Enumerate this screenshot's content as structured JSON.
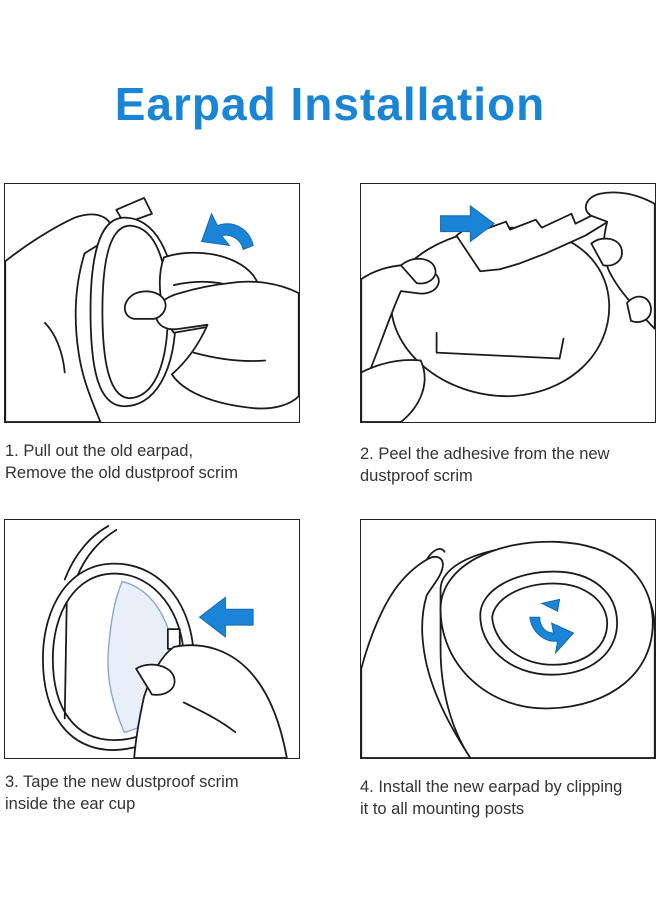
{
  "title": "Earpad Installation",
  "accent_color": "#1a85d6",
  "steps": [
    {
      "illustration": "pull-out-earpad",
      "arrow_icon": "curved-arrow-icon",
      "caption": [
        "1. Pull out the old earpad,",
        "Remove the old dustproof scrim"
      ]
    },
    {
      "illustration": "peel-adhesive",
      "arrow_icon": "right-arrow-icon",
      "caption": [
        "2. Peel the adhesive from the new",
        "dustproof scrim"
      ]
    },
    {
      "illustration": "tape-scrim",
      "arrow_icon": "left-arrow-icon",
      "caption": [
        "3. Tape the new dustproof scrim",
        "inside the ear cup"
      ]
    },
    {
      "illustration": "install-earpad",
      "arrow_icon": "rotate-arrow-icon",
      "caption": [
        "4. Install the new earpad by clipping",
        "it to all mounting posts"
      ]
    }
  ]
}
